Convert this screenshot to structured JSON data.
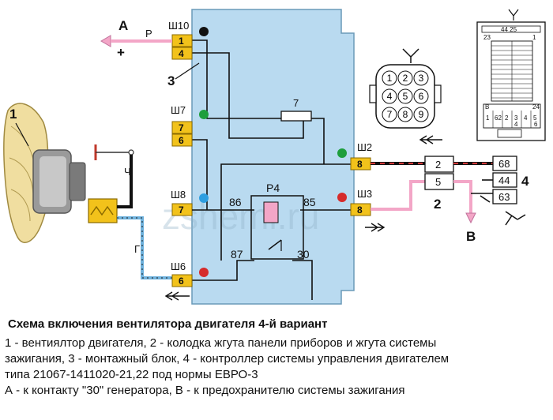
{
  "diagram": {
    "block_pins": {
      "sh10": {
        "label": "Ш10",
        "pins": [
          "1",
          "4"
        ]
      },
      "sh7": {
        "label": "Ш7",
        "pins": [
          "7",
          "6"
        ]
      },
      "sh8": {
        "label": "Ш8",
        "pins": [
          "7"
        ]
      },
      "sh6": {
        "label": "Ш6",
        "pins": [
          "6"
        ]
      },
      "sh2": {
        "label": "Ш2",
        "pins": [
          "8"
        ]
      },
      "sh3": {
        "label": "Ш3",
        "pins": [
          "8"
        ]
      }
    },
    "fuse_label": "7",
    "relay": {
      "label": "Р4",
      "terminals": {
        "t86": "86",
        "t85": "85",
        "t87": "87",
        "t30": "30"
      }
    },
    "wire_labels": {
      "p": "Р",
      "ch": "Ч",
      "g": "Г"
    },
    "point_a": {
      "label": "А",
      "sign": "+"
    },
    "point_v": "В",
    "callouts": {
      "n1": "1",
      "n2": "2",
      "n3": "3",
      "n4": "4"
    },
    "pad_connector": {
      "pins": [
        "2",
        "5"
      ]
    },
    "controller_pins": [
      "68",
      "44",
      "63"
    ],
    "round_connector_pins": [
      "1",
      "2",
      "3",
      "4",
      "5",
      "6",
      "7",
      "8",
      "9"
    ],
    "connector_view": {
      "top": "44 25",
      "left_top": "23",
      "right_top": "1",
      "left_mid": "В",
      "right_mid": "24",
      "bottom_row": [
        "1",
        "62",
        "2",
        "3",
        "4",
        "5",
        "6"
      ],
      "bottom_mid": "4"
    },
    "watermark": "zshemi.ru",
    "colors": {
      "block": "#b9daf0",
      "block_edge": "#6a9ab8",
      "pin": "#f2c21b",
      "pink": "#f3a6c7",
      "cyan": "#6fb2dd",
      "wire": "#111111"
    }
  },
  "caption": {
    "title": "Схема включения вентилятора двигателя 4-й вариант",
    "lines": [
      "1 - вентиялтор двигателя, 2 - колодка жгута панели приборов и жгута системы",
      "зажигания, 3 - монтажный блок, 4 - контроллер системы управления двигателем",
      "типа 21067-1411020-21,22 под нормы ЕВРО-3",
      "А - к контакту \"30\" генератора, В - к предохранителю системы зажигания"
    ]
  }
}
